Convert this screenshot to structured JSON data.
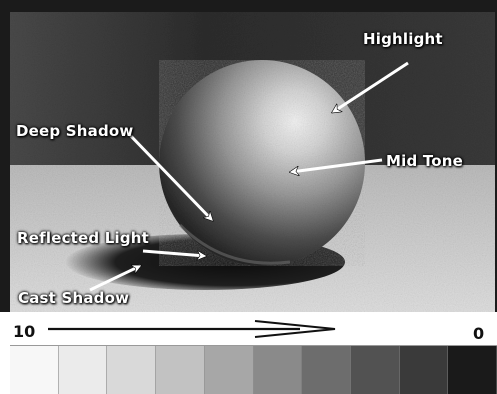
{
  "labels": {
    "highlight": "Highlight",
    "deep_shadow": "Deep Shadow",
    "mid_tone": "Mid Tone",
    "reflected_light": "Reflected Light",
    "cast_shadow": "Cast Shadow"
  },
  "scale": {
    "left_value": "10",
    "right_value": "0",
    "swatch_colors": [
      "#f7f7f7",
      "#ebebeb",
      "#d9d9d9",
      "#c2c2c2",
      "#a7a7a7",
      "#8a8a8a",
      "#6d6d6d",
      "#525252",
      "#3a3a3a",
      "#1a1a1a"
    ]
  }
}
